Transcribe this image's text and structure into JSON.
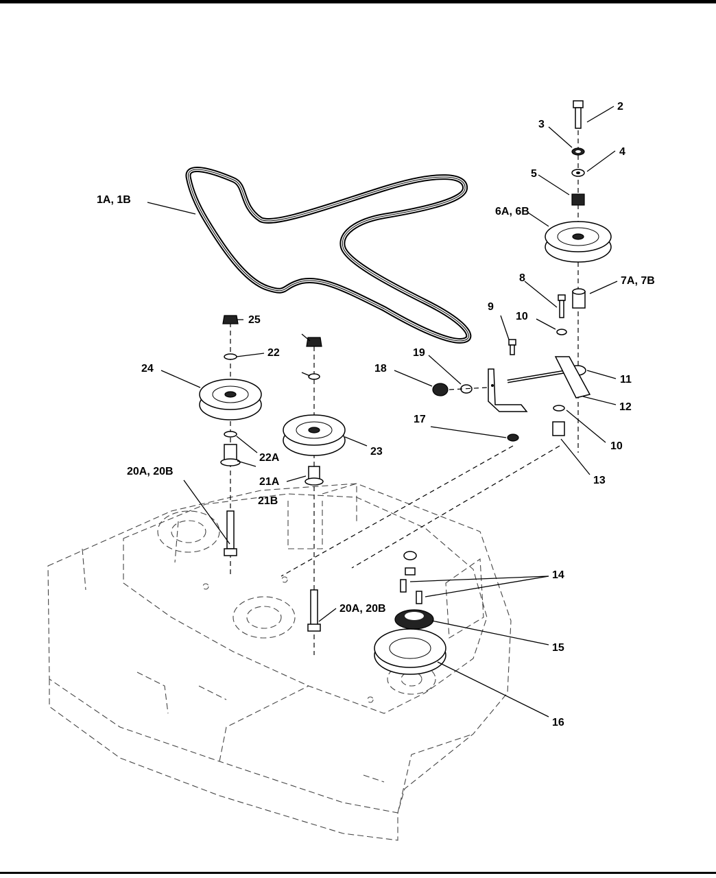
{
  "callouts": {
    "c1": "1A, 1B",
    "c2": "2",
    "c3": "3",
    "c4": "4",
    "c5": "5",
    "c6": "6A, 6B",
    "c7": "7A, 7B",
    "c8": "8",
    "c9": "9",
    "c10a": "10",
    "c10b": "10",
    "c11": "11",
    "c12": "12",
    "c13": "13",
    "c14": "14",
    "c15": "15",
    "c16": "16",
    "c17": "17",
    "c18": "18",
    "c19": "19",
    "c20a": "20A, 20B",
    "c20b": "20A, 20B",
    "c21a": "21A",
    "c21b": "21B",
    "c22": "22",
    "c22a": "22A",
    "c23": "23",
    "c24": "24",
    "c25": "25"
  }
}
